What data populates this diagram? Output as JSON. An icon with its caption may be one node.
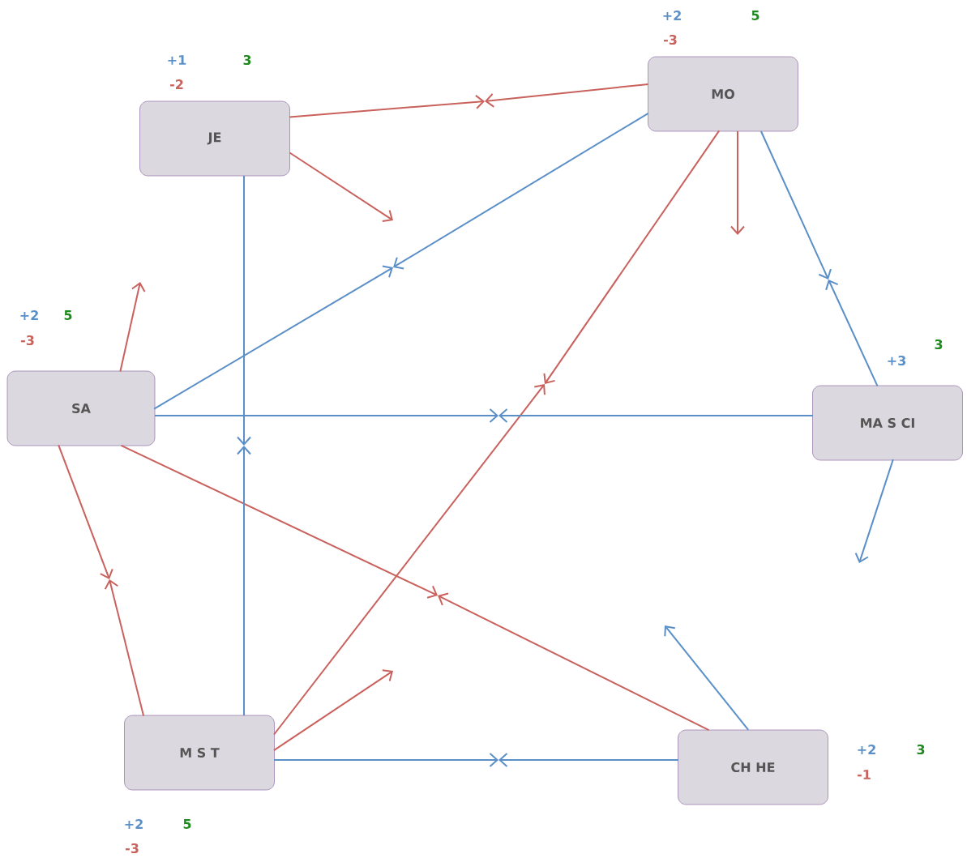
{
  "diagram": {
    "nodes": [
      {
        "text": [
          "JE"
        ],
        "beside": [
          "+1",
          "3",
          "-2"
        ]
      },
      {
        "text": [
          "MO"
        ],
        "beside": [
          "+2",
          "5",
          "-3"
        ]
      },
      {
        "text": [
          "SA"
        ],
        "beside": [
          "+2",
          "5",
          "-3"
        ]
      },
      {
        "text": [
          "MA S CI"
        ],
        "beside": [
          "+3",
          "3"
        ]
      },
      {
        "text": [
          "M S T"
        ],
        "beside": [
          "+2",
          "5",
          "-3"
        ]
      },
      {
        "text": [
          "CH HE"
        ],
        "beside": [
          "+2",
          "3",
          "-1"
        ]
      }
    ],
    "edges": [
      {
        "from": 0,
        "to": null,
        "arrow": "to",
        "color": "#c9615d"
      },
      {
        "from": 1,
        "to": null,
        "arrow": "to",
        "color": "#c9615d"
      },
      {
        "from": 0,
        "to": null,
        "arrow": "to",
        "color": "#c9615d"
      },
      {
        "from": 1,
        "to": null,
        "arrow": "to",
        "color": "#c9615d"
      },
      {
        "from": 1,
        "to": null,
        "arrow": "to",
        "color": "#c9615d"
      },
      {
        "from": 4,
        "to": null,
        "arrow": "to",
        "color": "#c9615d"
      },
      {
        "from": 2,
        "to": null,
        "arrow": "to",
        "color": "#c9615d"
      },
      {
        "from": 2,
        "to": null,
        "arrow": "to",
        "color": "#c9615d"
      },
      {
        "from": 4,
        "to": null,
        "arrow": "to",
        "color": "#c9615d"
      },
      {
        "from": 2,
        "to": null,
        "arrow": "to",
        "color": "#c9615d"
      },
      {
        "from": 5,
        "to": null,
        "arrow": "to",
        "color": "#c9615d"
      },
      {
        "from": 4,
        "to": null,
        "arrow": "to",
        "color": "#c9615d"
      },
      {
        "from": 1,
        "to": null,
        "arrow": "to",
        "color": "#5b8fc7"
      },
      {
        "from": 2,
        "to": null,
        "arrow": "to",
        "color": "#5b8fc7"
      },
      {
        "from": 1,
        "to": null,
        "arrow": "to",
        "color": "#5b8fc7"
      },
      {
        "from": 3,
        "to": null,
        "arrow": "to",
        "color": "#5b8fc7"
      },
      {
        "from": 2,
        "to": null,
        "arrow": "to",
        "color": "#5b8fc7"
      },
      {
        "from": 3,
        "to": null,
        "arrow": "to",
        "color": "#5b8fc7"
      },
      {
        "from": 0,
        "to": null,
        "arrow": "to",
        "color": "#5b8fc7"
      },
      {
        "from": 4,
        "to": null,
        "arrow": "to",
        "color": "#5b8fc7"
      },
      {
        "from": 3,
        "to": null,
        "arrow": "to",
        "color": "#5b8fc7"
      },
      {
        "from": 5,
        "to": null,
        "arrow": "to",
        "color": "#5b8fc7"
      },
      {
        "from": 4,
        "to": null,
        "arrow": "to",
        "color": "#5b8fc7"
      },
      {
        "from": 5,
        "to": null,
        "arrow": "to",
        "color": "#5b8fc7"
      }
    ]
  }
}
